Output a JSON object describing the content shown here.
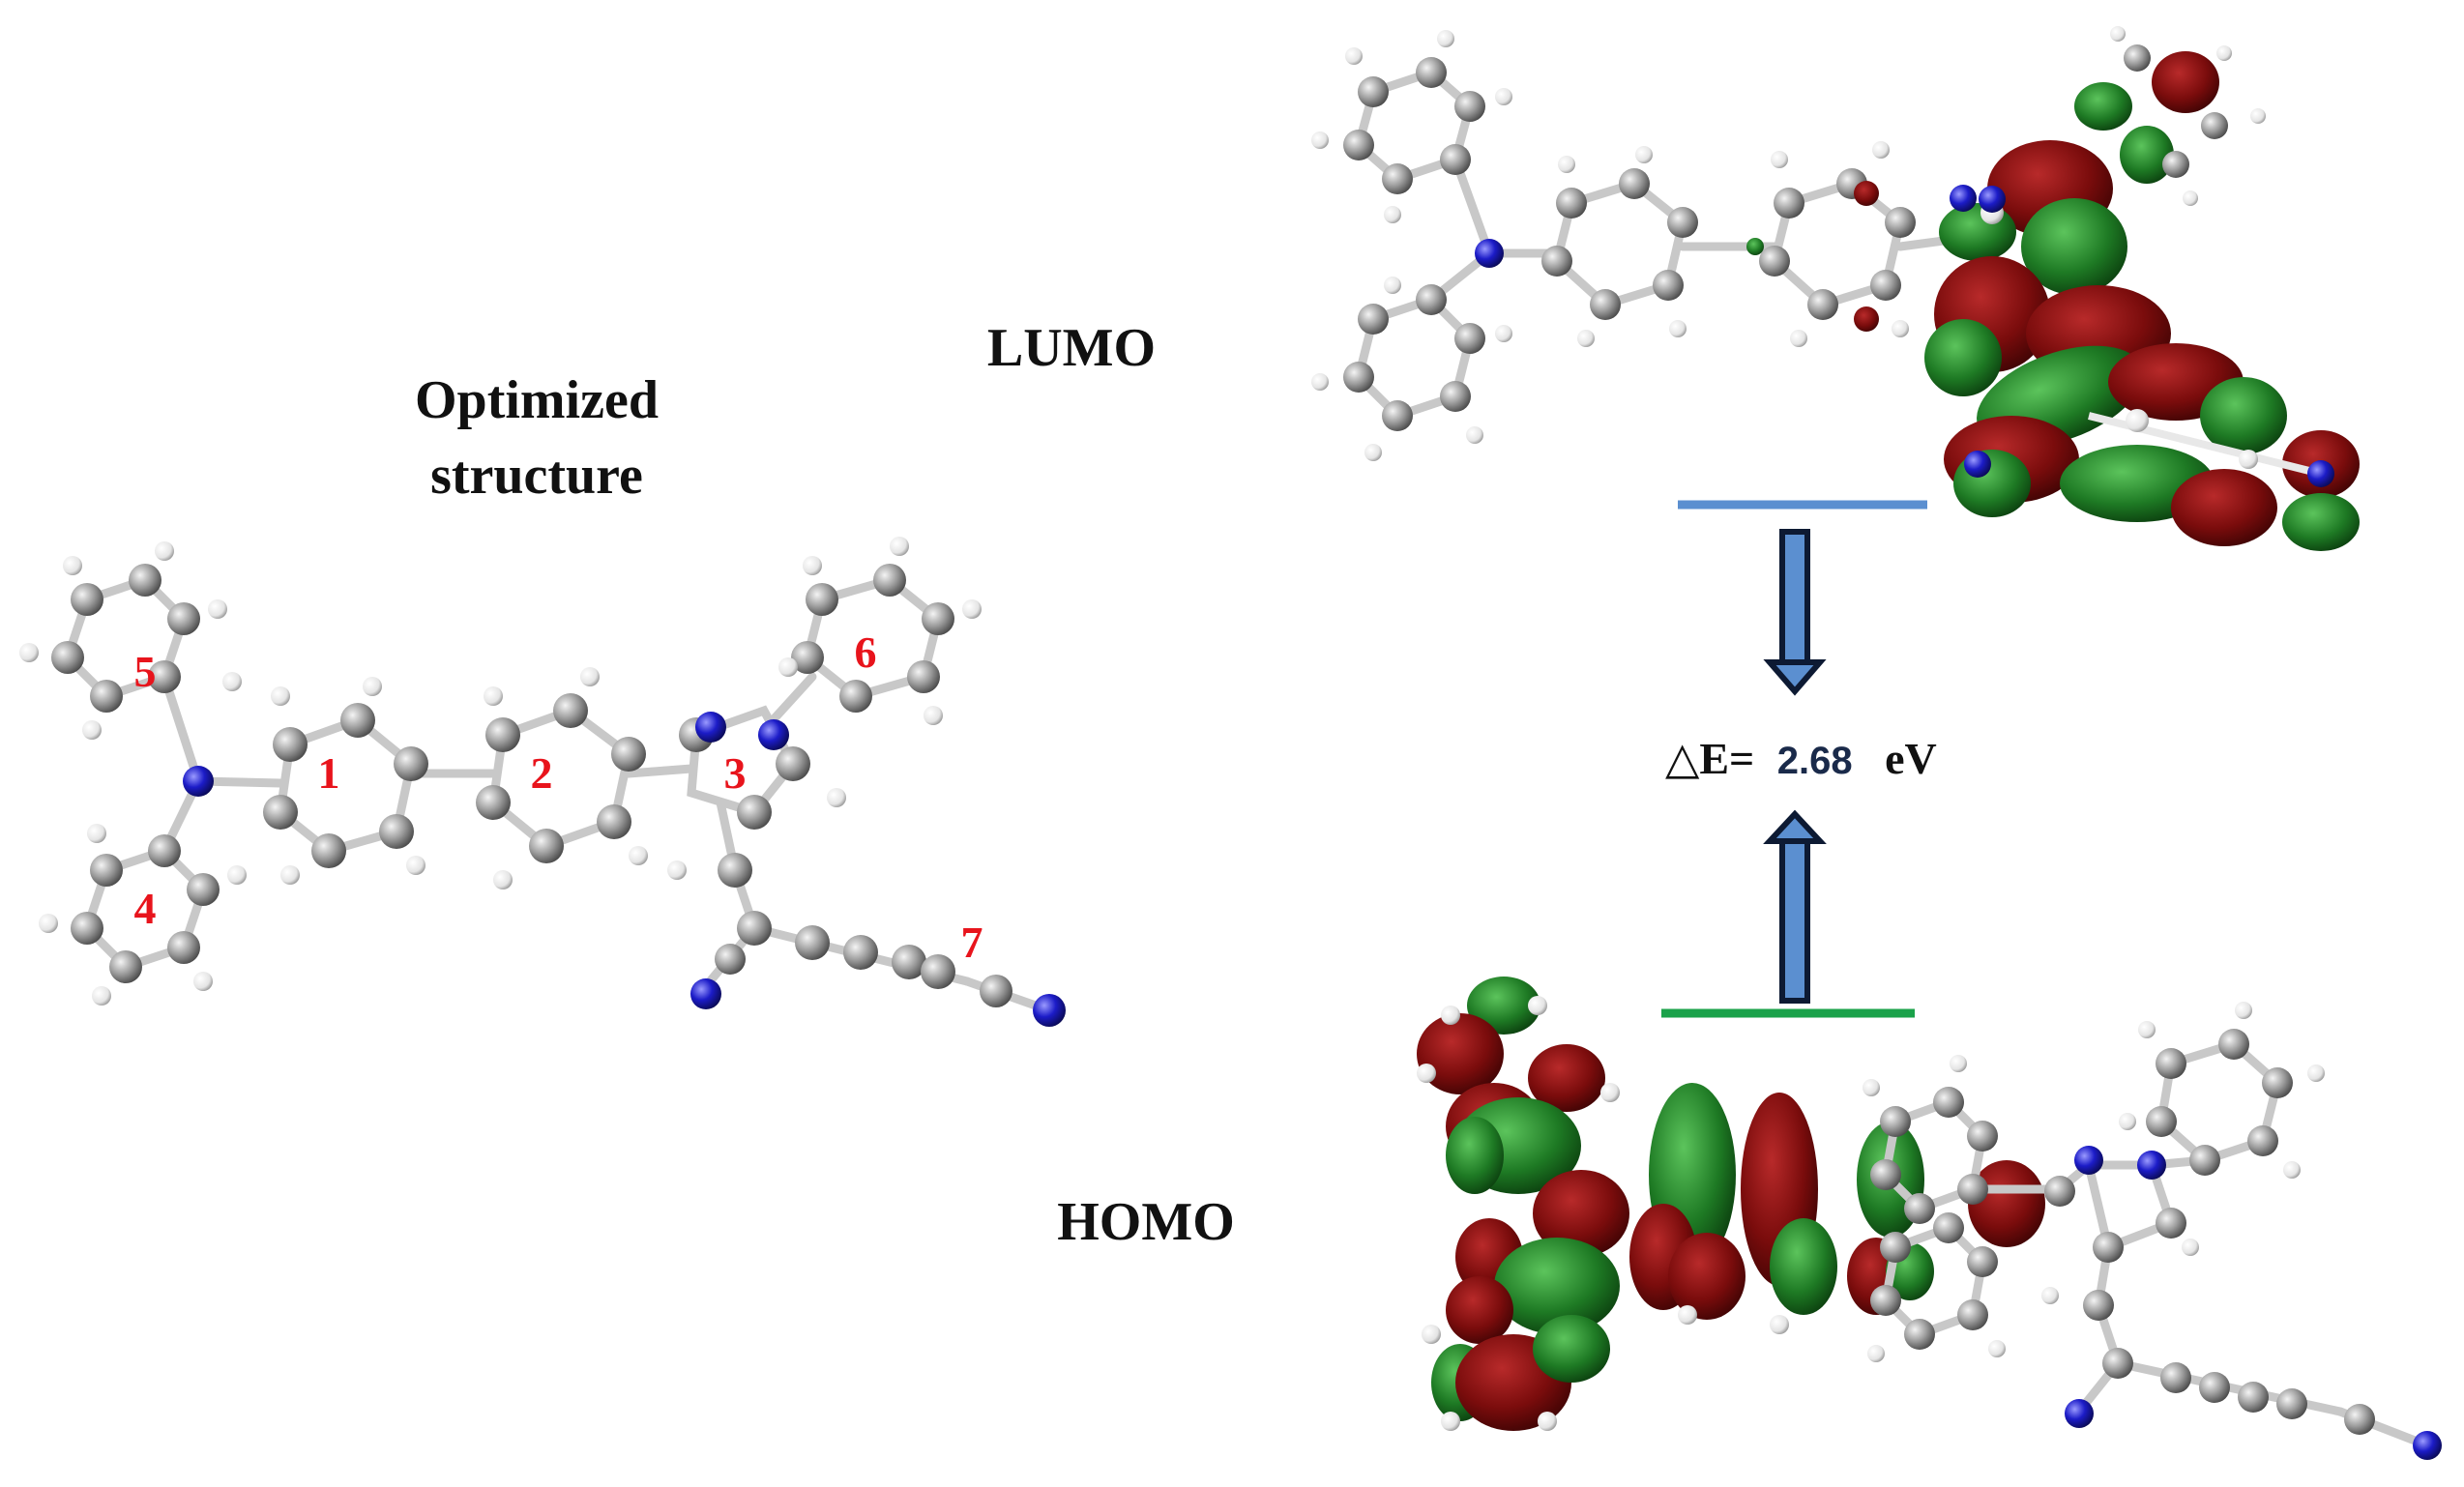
{
  "title_line1": "Optimized",
  "title_line2": "structure",
  "lumo_label": "LUMO",
  "homo_label": "HOMO",
  "gap_prefix": "△E=",
  "gap_value": "2.68",
  "gap_unit": "eV",
  "ring_labels": [
    "1",
    "2",
    "3",
    "4",
    "5",
    "6",
    "7"
  ],
  "colors": {
    "lumo_level": "#5b8fd0",
    "homo_level": "#1aa24a",
    "orbital_red": "#7a0c0c",
    "orbital_green": "#1e7a24",
    "carbon": "#9a9a9a",
    "nitrogen": "#1c1cc8",
    "hydrogen": "#f2f2f2",
    "ring_number": "#e8141c"
  }
}
